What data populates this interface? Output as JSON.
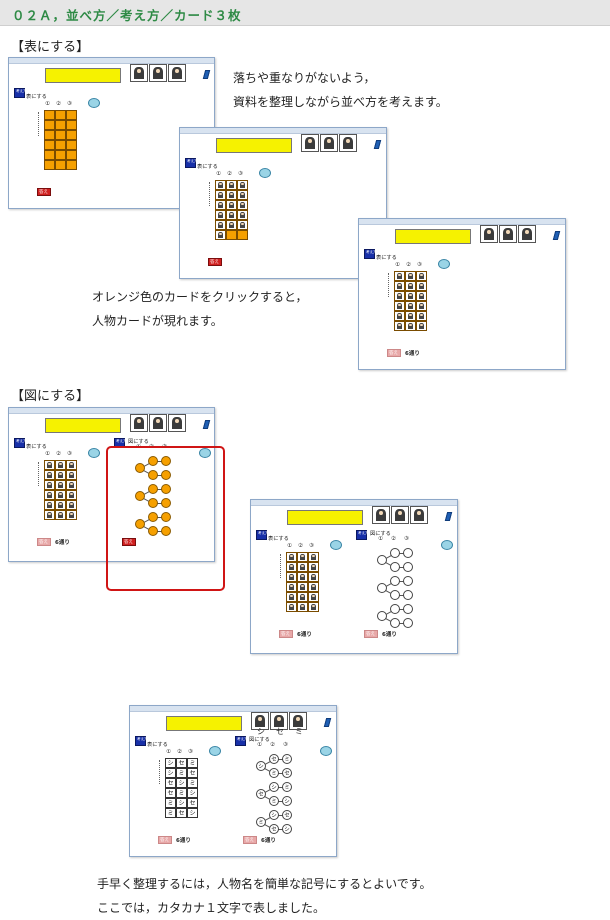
{
  "header": {
    "title": "０２Ａ，並べ方／考え方／カード３枚"
  },
  "sections": {
    "table": "【表にする】",
    "figure": "【図にする】"
  },
  "notes": {
    "line1": "落ちや重なりがないよう，",
    "line2": "資料を整理しながら並べ方を考えます。",
    "line3": "オレンジ色のカードをクリックすると，",
    "line4": "人物カードが現れます。",
    "line5": "手早く整理するには，人物名を簡単な記号にするとよいです。",
    "line6": "ここでは，カタカナ１文字で表しました。"
  },
  "app": {
    "think1": "考え方\n1",
    "think2": "考え方\n2",
    "table_label": "表にする",
    "figure_label": "図にする",
    "col_nums": [
      "①",
      "②",
      "③"
    ],
    "answer": "答え",
    "count": "6通り",
    "kana_header": [
      "シ",
      "セ",
      "ミ"
    ],
    "kana_rows": [
      [
        "シ",
        "セ",
        "ミ"
      ],
      [
        "シ",
        "ミ",
        "セ"
      ],
      [
        "セ",
        "シ",
        "ミ"
      ],
      [
        "セ",
        "ミ",
        "シ"
      ],
      [
        "ミ",
        "シ",
        "セ"
      ],
      [
        "ミ",
        "セ",
        "シ"
      ]
    ]
  },
  "colors": {
    "accent_green": "#2e8a45",
    "card_orange": "#f6a000",
    "highlight_red": "#d01515"
  }
}
